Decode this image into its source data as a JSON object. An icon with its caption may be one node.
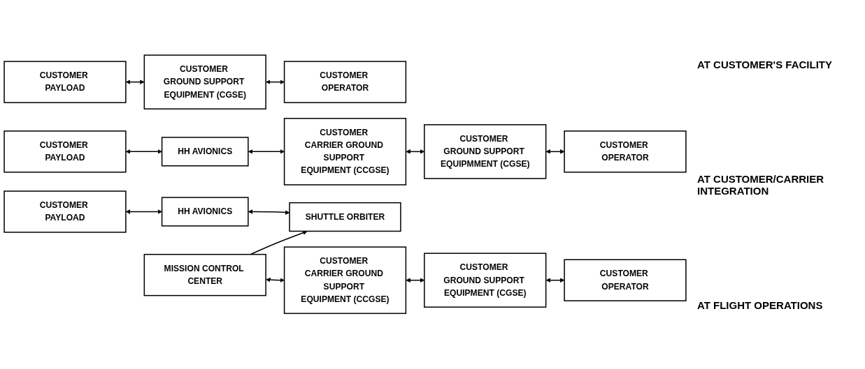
{
  "diagram": {
    "nodes": [
      {
        "text": [
          "CUSTOMER PAYLOAD"
        ]
      },
      {
        "text": [
          "CUSTOMER GROUND SUPPORT EQUIPMENT (CGSE)"
        ]
      },
      {
        "text": [
          "CUSTOMER OPERATOR"
        ]
      },
      {
        "text": [
          "CUSTOMER PAYLOAD"
        ]
      },
      {
        "text": [
          "HH AVIONICS"
        ]
      },
      {
        "text": [
          "CUSTOMER CARRIER GROUND SUPPORT EQUIPMENT (CCGSE)"
        ]
      },
      {
        "text": [
          "CUSTOMER GROUND SUPPORT EQUIPMMENT (CGSE)"
        ]
      },
      {
        "text": [
          "CUSTOMER OPERATOR"
        ]
      },
      {
        "text": [
          "CUSTOMER PAYLOAD"
        ]
      },
      {
        "text": [
          "HH AVIONICS"
        ]
      },
      {
        "text": [
          "SHUTTLE ORBITER"
        ]
      },
      {
        "text": [
          "MISSION CONTROL CENTER"
        ]
      },
      {
        "text": [
          "CUSTOMER CARRIER GROUND SUPPORT EQUIPMENT (CCGSE)"
        ]
      },
      {
        "text": [
          "CUSTOMER GROUND SUPPORT EQUIPMENT (CGSE)"
        ]
      },
      {
        "text": [
          "CUSTOMER OPERATOR"
        ]
      }
    ],
    "edges": [
      {
        "from": 0,
        "to": 1,
        "arrow": "both"
      },
      {
        "from": 1,
        "to": 2,
        "arrow": "both"
      },
      {
        "from": 3,
        "to": 4,
        "arrow": "both"
      },
      {
        "from": 4,
        "to": 5,
        "arrow": "both"
      },
      {
        "from": 5,
        "to": 6,
        "arrow": "both"
      },
      {
        "from": 6,
        "to": 7,
        "arrow": "both"
      },
      {
        "from": 8,
        "to": 9,
        "arrow": "both"
      },
      {
        "from": 9,
        "to": 10,
        "arrow": "both"
      },
      {
        "from": 11,
        "to": 10,
        "arrow": "to"
      },
      {
        "from": 11,
        "to": 12,
        "arrow": "both"
      },
      {
        "from": 12,
        "to": 13,
        "arrow": "both"
      },
      {
        "from": 13,
        "to": 14,
        "arrow": "both"
      }
    ],
    "labels": [
      "AT CUSTOMER'S FACILITY",
      "AT CUSTOMER/CARRIER INTEGRATION",
      "AT FLIGHT OPERATIONS"
    ]
  }
}
